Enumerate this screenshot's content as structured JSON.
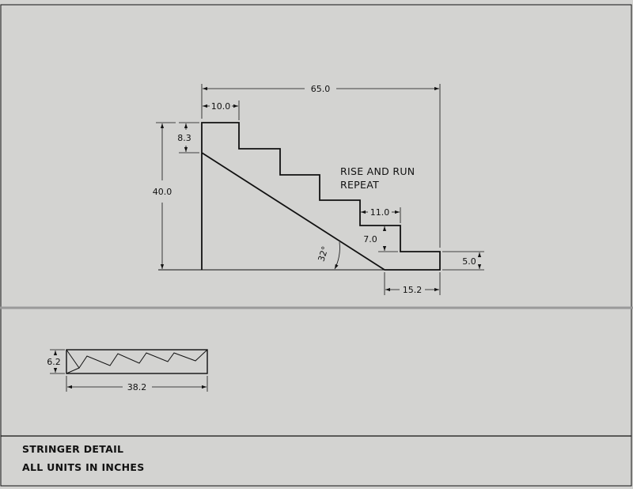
{
  "colors": {
    "background": "#d3d3d1",
    "ink": "#111111",
    "divider": "#9a9a9a"
  },
  "stringer_profile": {
    "dimensions": {
      "overall_length": "65.0",
      "top_tread": "10.0",
      "top_riser": "8.3",
      "overall_height": "40.0",
      "tread": "11.0",
      "riser": "7.0",
      "bottom_height": "5.0",
      "bottom_run": "15.2",
      "angle": "32°"
    },
    "note": {
      "line1": "RISE AND RUN",
      "line2": "REPEAT"
    }
  },
  "cutting_layout": {
    "dimensions": {
      "board_width": "6.2",
      "board_length": "38.2"
    }
  },
  "title_block": {
    "title": "STRINGER DETAIL",
    "units_note": "ALL UNITS IN INCHES"
  }
}
